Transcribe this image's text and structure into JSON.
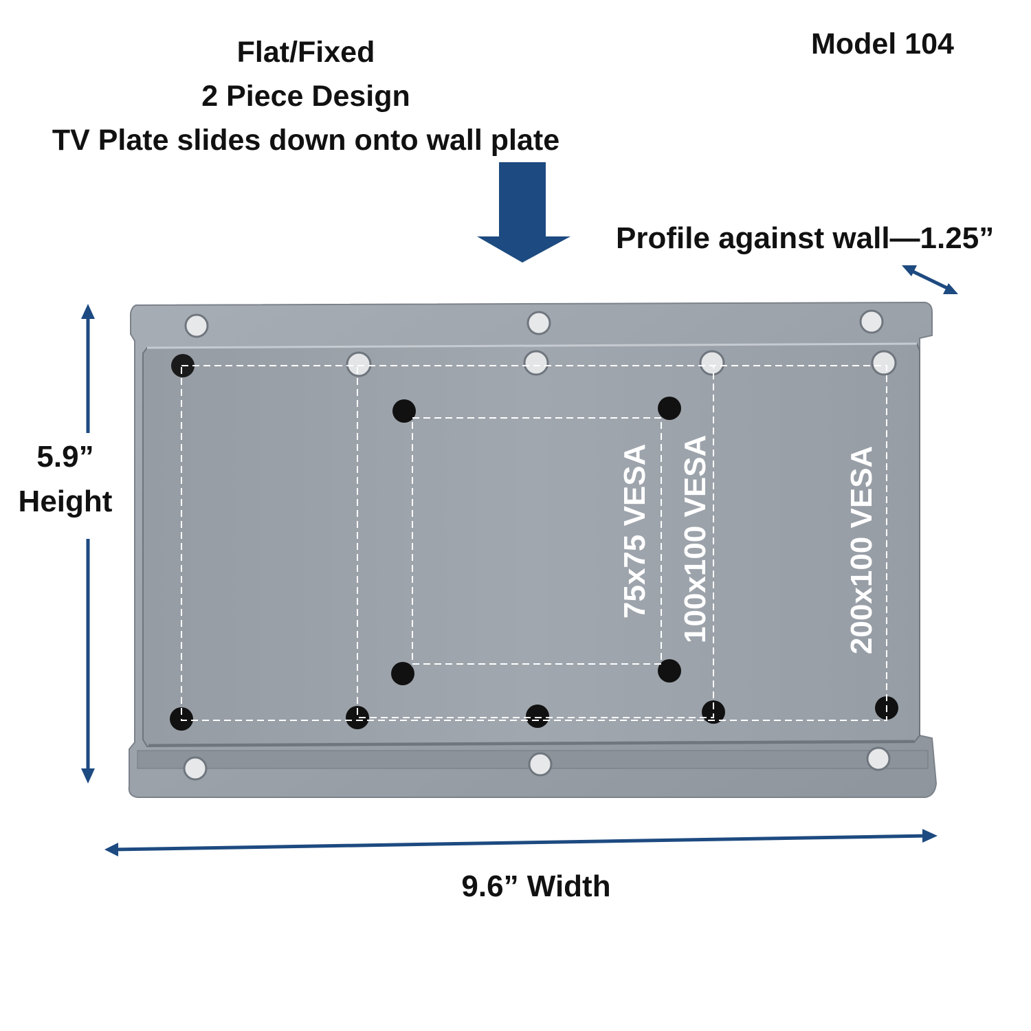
{
  "header": {
    "line1": "Flat/Fixed",
    "line2": "2 Piece Design",
    "line3": "TV Plate slides down onto wall plate"
  },
  "model": "Model 104",
  "profile": "Profile against wall—1.25”",
  "dimensions": {
    "height_value": "5.9”",
    "height_label": "Height",
    "width": "9.6” Width"
  },
  "vesa_labels": {
    "small": "75x75 VESA",
    "medium": "100x100 VESA",
    "large": "200x100 VESA"
  },
  "colors": {
    "arrow": "#1d4a80",
    "plate": "#9aa1aa",
    "text": "#111111"
  }
}
